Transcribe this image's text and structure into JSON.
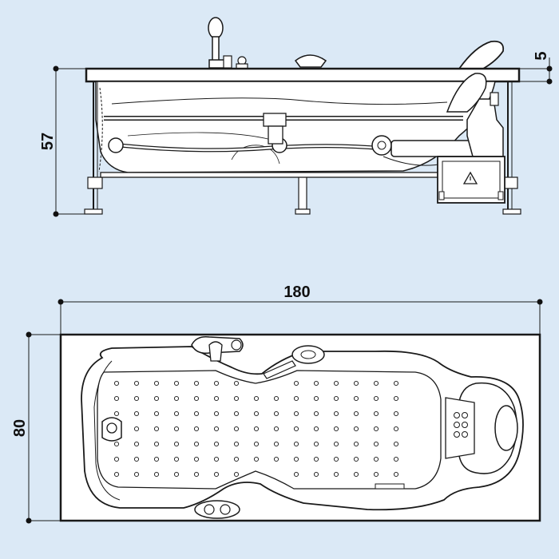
{
  "dimensions": {
    "side_height": "57",
    "rim_thickness": "5",
    "length": "180",
    "width": "80"
  },
  "icons": {
    "warning": "warning-triangle-icon"
  },
  "colors": {
    "background": "#dbe9f6",
    "line": "#1a1a1a",
    "fill": "#ffffff"
  }
}
